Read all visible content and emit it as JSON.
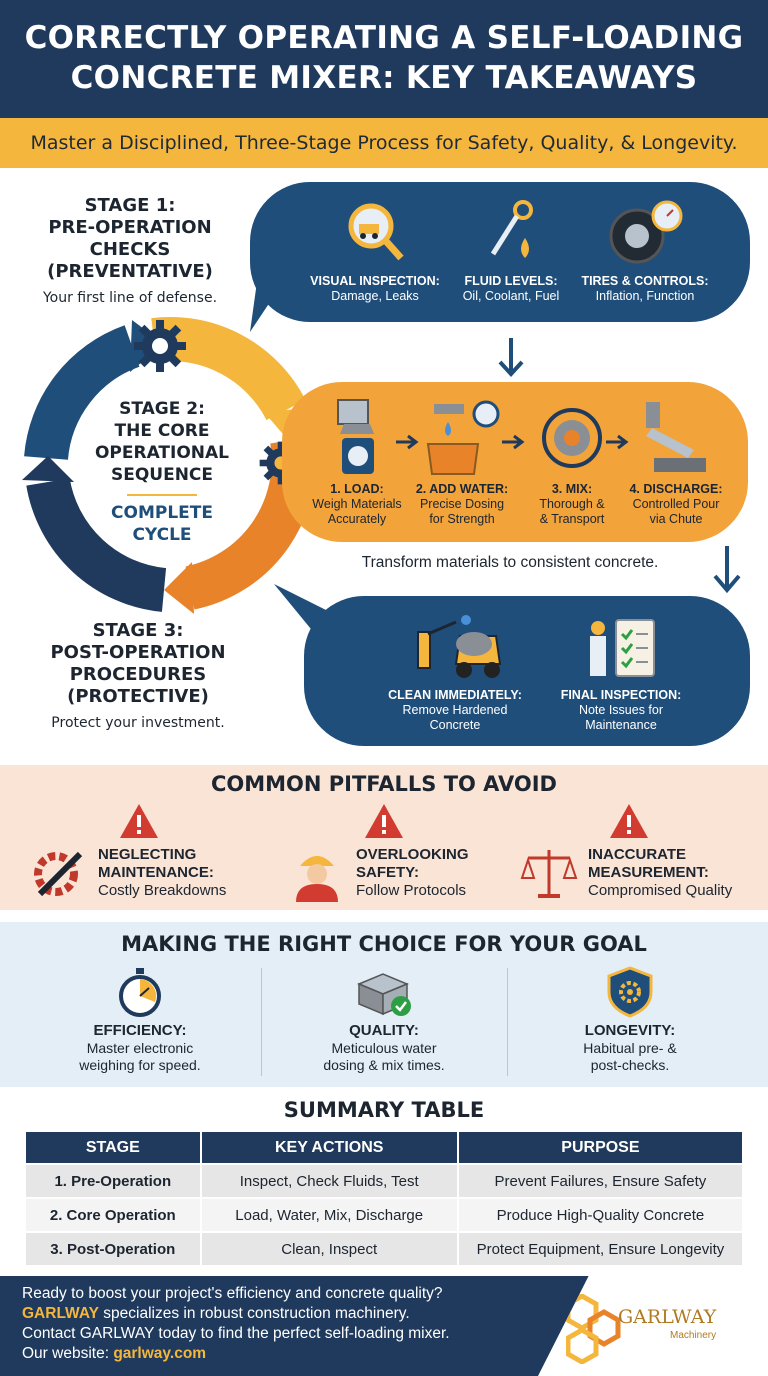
{
  "header": {
    "title": "CORRECTLY OPERATING A SELF-LOADING CONCRETE MIXER: KEY TAKEAWAYS",
    "subtitle": "Master a Disciplined, Three-Stage Process for Safety, Quality, & Longevity."
  },
  "cycle": {
    "center_title_line1": "STAGE 2:",
    "center_title_line2": "THE CORE",
    "center_title_line3": "OPERATIONAL",
    "center_title_line4": "SEQUENCE",
    "center_cycle_line1": "COMPLETE",
    "center_cycle_line2": "CYCLE",
    "colors": {
      "navy": "#1f4e7a",
      "dark": "#1f3a5c",
      "yellow": "#f4b63d",
      "orange": "#e8832a"
    }
  },
  "stage1": {
    "title_line1": "STAGE 1:",
    "title_line2": "PRE-OPERATION",
    "title_line3": "CHECKS",
    "title_line4": "(PREVENTATIVE)",
    "subtitle": "Your first line of defense.",
    "items": [
      {
        "icon": "magnifier-mixer-icon",
        "label": "VISUAL INSPECTION:",
        "desc": "Damage, Leaks"
      },
      {
        "icon": "dipstick-drop-icon",
        "label": "FLUID LEVELS:",
        "desc": "Oil, Coolant, Fuel"
      },
      {
        "icon": "tire-gauge-icon",
        "label": "TIRES & CONTROLS:",
        "desc": "Inflation, Function"
      }
    ]
  },
  "stage2": {
    "items": [
      {
        "icon": "scale-bucket-icon",
        "label": "1. LOAD:",
        "desc1": "Weigh Materials",
        "desc2": "Accurately"
      },
      {
        "icon": "faucet-tank-icon",
        "label": "2. ADD WATER:",
        "desc1": "Precise Dosing",
        "desc2": "for Strength"
      },
      {
        "icon": "mixing-drum-icon",
        "label": "3. MIX:",
        "desc1": "Thorough &",
        "desc2": "& Transport"
      },
      {
        "icon": "chute-pour-icon",
        "label": "4. DISCHARGE:",
        "desc1": "Controlled Pour",
        "desc2": "via Chute"
      }
    ],
    "caption": "Transform materials to consistent concrete."
  },
  "stage3": {
    "title_line1": "STAGE 3:",
    "title_line2": "POST-OPERATION",
    "title_line3": "PROCEDURES",
    "title_line4": "(PROTECTIVE)",
    "subtitle": "Protect your investment.",
    "items": [
      {
        "icon": "pressure-washer-icon",
        "label": "CLEAN IMMEDIATELY:",
        "desc1": "Remove Hardened",
        "desc2": "Concrete"
      },
      {
        "icon": "clipboard-checklist-icon",
        "label": "FINAL INSPECTION:",
        "desc1": "Note Issues for",
        "desc2": "Maintenance"
      }
    ]
  },
  "pitfalls": {
    "title": "COMMON PITFALLS TO AVOID",
    "items": [
      {
        "icon": "gear-wrench-icon",
        "label1": "NEGLECTING",
        "label2": "MAINTENANCE:",
        "desc": "Costly Breakdowns"
      },
      {
        "icon": "hardhat-worker-icon",
        "label1": "OVERLOOKING",
        "label2": "SAFETY:",
        "desc": "Follow Protocols"
      },
      {
        "icon": "balance-scale-icon",
        "label1": "INACCURATE",
        "label2": "MEASUREMENT:",
        "desc": "Compromised Quality"
      }
    ]
  },
  "goals": {
    "title": "MAKING THE RIGHT CHOICE FOR YOUR GOAL",
    "items": [
      {
        "icon": "stopwatch-icon",
        "label": "EFFICIENCY:",
        "desc1": "Master electronic",
        "desc2": "weighing for speed."
      },
      {
        "icon": "concrete-block-check-icon",
        "label": "QUALITY:",
        "desc1": "Meticulous water",
        "desc2": "dosing & mix times."
      },
      {
        "icon": "shield-gear-icon",
        "label": "LONGEVITY:",
        "desc1": "Habitual pre- &",
        "desc2": "post-checks."
      }
    ]
  },
  "summary": {
    "title": "SUMMARY TABLE",
    "headers": [
      "STAGE",
      "KEY ACTIONS",
      "PURPOSE"
    ],
    "rows": [
      [
        "1. Pre-Operation",
        "Inspect, Check Fluids, Test",
        "Prevent Failures, Ensure Safety"
      ],
      [
        "2. Core Operation",
        "Load, Water, Mix, Discharge",
        "Produce High-Quality Concrete"
      ],
      [
        "3. Post-Operation",
        "Clean, Inspect",
        "Protect Equipment, Ensure Longevity"
      ]
    ]
  },
  "footer": {
    "line1": "Ready to boost your project's efficiency and concrete quality?",
    "brand": "GARLWAY",
    "line2_rest": " specializes in robust construction machinery.",
    "line3": "Contact GARLWAY today to find the perfect self-loading mixer.",
    "website_label": "Our website: ",
    "website": "garlway.com",
    "logo_name": "GARLWAY",
    "logo_sub": "Machinery"
  }
}
